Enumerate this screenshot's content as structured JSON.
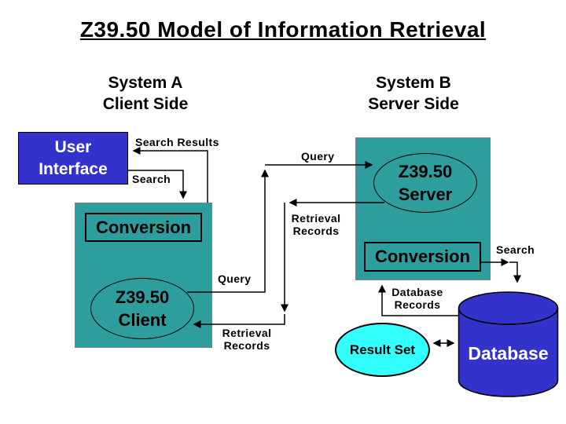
{
  "title": "Z39.50 Model of Information Retrieval",
  "headings": {
    "system_a": {
      "line1": "System A",
      "line2": "Client Side"
    },
    "system_b": {
      "line1": "System B",
      "line2": "Server Side"
    }
  },
  "nodes": {
    "user_interface": {
      "line1": "User",
      "line2": "Interface"
    },
    "client_conversion": "Conversion",
    "z3950_client": {
      "line1": "Z39.50",
      "line2": "Client"
    },
    "z3950_server": {
      "line1": "Z39.50",
      "line2": "Server"
    },
    "server_conversion": "Conversion",
    "result_set": "Result Set",
    "database": "Database"
  },
  "labels": {
    "search_results": "Search Results",
    "search_from_ui": "Search",
    "query_to_server": "Query",
    "query_from_client": "Query",
    "retrieval_records_mid": {
      "line1": "Retrieval",
      "line2": "Records"
    },
    "retrieval_records_client": {
      "line1": "Retrieval",
      "line2": "Records"
    },
    "search_to_database": "Search",
    "database_records": {
      "line1": "Database",
      "line2": "Records"
    }
  },
  "colors": {
    "teal_fill": "#2E9D9D",
    "blue_fill": "#3333CC",
    "cyan_fill": "#33FFFF",
    "line_black": "#000000",
    "group_border_gray": "#808080",
    "text_white": "#FFFFFF",
    "text_black": "#000000"
  }
}
